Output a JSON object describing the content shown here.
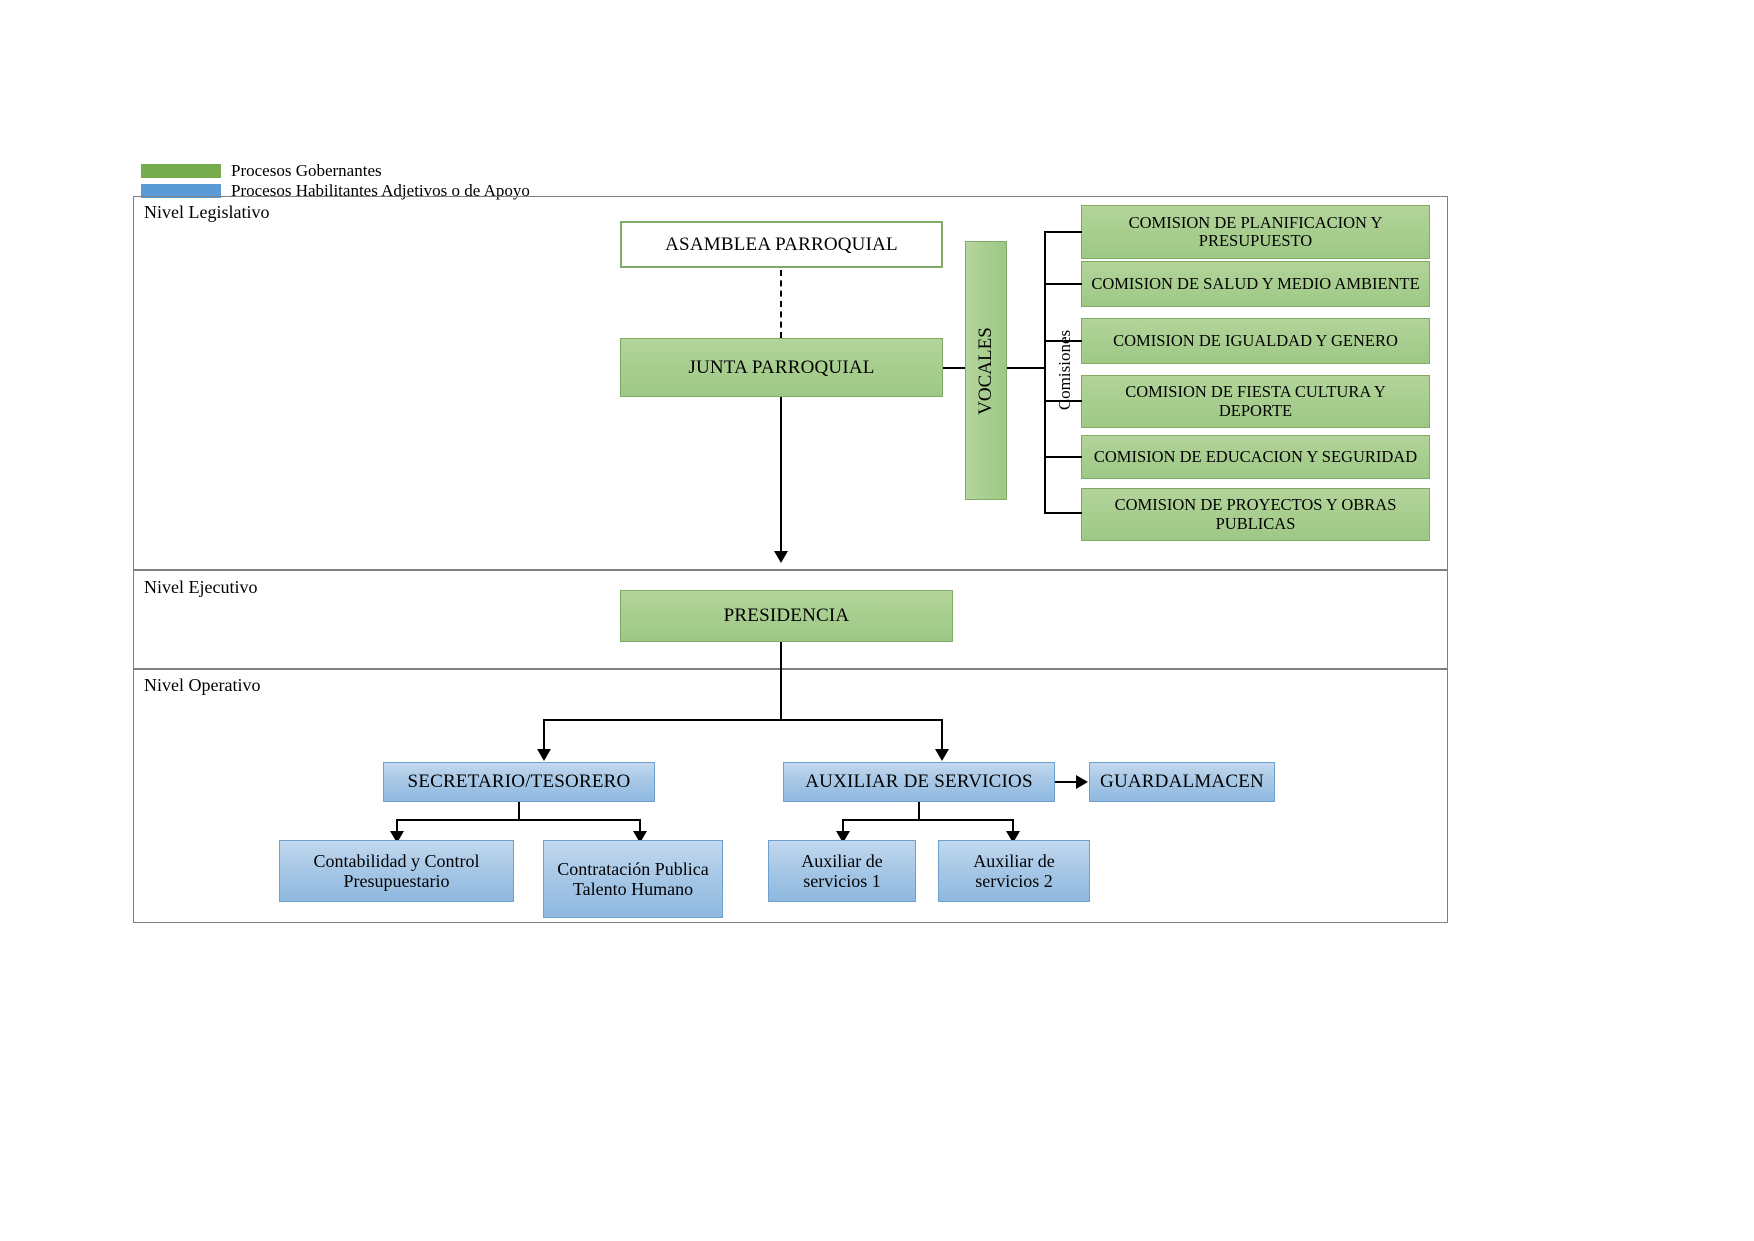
{
  "legend": {
    "items": [
      {
        "label": "Procesos Gobernantes",
        "color": "#76ab4e"
      },
      {
        "label": "Procesos Habilitantes Adjetivos o de Apoyo",
        "color": "#5b9bd5"
      }
    ]
  },
  "levels": [
    {
      "id": "legislativo",
      "title": "Nivel Legislativo"
    },
    {
      "id": "ejecutivo",
      "title": "Nivel Ejecutivo"
    },
    {
      "id": "operativo",
      "title": "Nivel Operativo"
    }
  ],
  "nodes": {
    "asamblea": "ASAMBLEA PARROQUIAL",
    "junta": "JUNTA PARROQUIAL",
    "vocales": "VOCALES",
    "comisiones_label": "Comisiones",
    "presidencia": "PRESIDENCIA",
    "secretario": "SECRETARIO/TESORERO",
    "auxiliar_servicios": "AUXILIAR DE SERVICIOS",
    "guardalmacen": "GUARDALMACEN",
    "contabilidad": "Contabilidad y Control Presupuestario",
    "contratacion": "Contratación Publica Talento Humano",
    "aux1": "Auxiliar de servicios 1",
    "aux2": "Auxiliar de servicios 2"
  },
  "comisiones": [
    "COMISION DE PLANIFICACION Y PRESUPUESTO",
    "COMISION DE SALUD Y MEDIO AMBIENTE",
    "COMISION DE IGUALDAD Y GENERO",
    "COMISION DE FIESTA CULTURA Y DEPORTE",
    "COMISION DE EDUCACION Y SEGURIDAD",
    "COMISION DE PROYECTOS Y OBRAS PUBLICAS"
  ],
  "colors": {
    "green_fill": "#a9cf90",
    "green_border": "#7fab66",
    "blue_fill": "#a8c8e6",
    "blue_border": "#6f9fcd",
    "legend_green": "#76ab4e",
    "legend_blue": "#5b9bd5",
    "band_border": "#808080",
    "connector": "#000000"
  }
}
